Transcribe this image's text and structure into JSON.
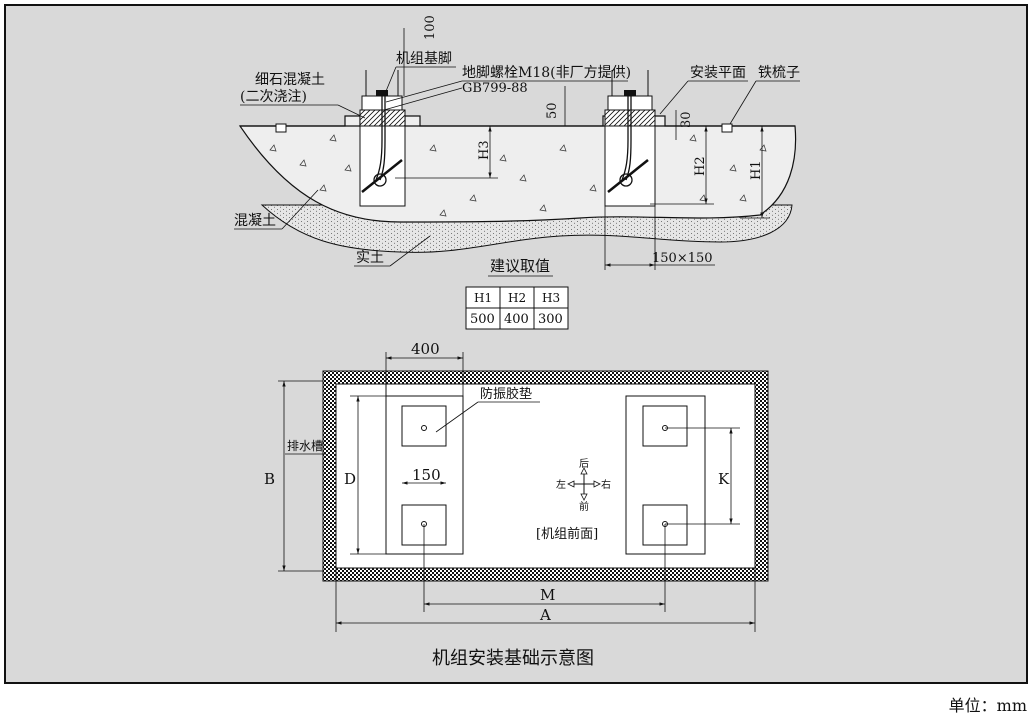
{
  "section": {
    "label_unit_base": "机组基脚",
    "label_anchor_bolt": "地脚螺栓M18(非厂方提供)",
    "label_standard": "GB799-88",
    "label_fine_concrete": "细石混凝土",
    "label_secondary_pour": "(二次浇注)",
    "label_install_plane": "安装平面",
    "label_iron_comb": "铁梳子",
    "label_concrete": "混凝土",
    "label_soil": "实土",
    "dim_100": "100",
    "dim_50": "50",
    "dim_30": "30",
    "dim_h1": "H1",
    "dim_h2": "H2",
    "dim_h3": "H3",
    "dim_pit": "150×150"
  },
  "recommend": {
    "title": "建议取值",
    "headers": [
      "H1",
      "H2",
      "H3"
    ],
    "values": [
      "500",
      "400",
      "300"
    ]
  },
  "plan": {
    "dim_400": "400",
    "dim_150": "150",
    "label_pad": "防振胶垫",
    "label_drain": "排水槽",
    "dim_b": "B",
    "dim_d": "D",
    "dim_k": "K",
    "dim_m": "M",
    "dim_a": "A",
    "label_front_face": "[机组前面]",
    "compass": {
      "back": "后",
      "front": "前",
      "left": "左",
      "right": "右"
    }
  },
  "caption": "机组安装基础示意图",
  "unit": "单位：mm",
  "colors": {
    "background": "#d9d9d9",
    "line": "#111111",
    "plan_fill": "#ffffff"
  }
}
